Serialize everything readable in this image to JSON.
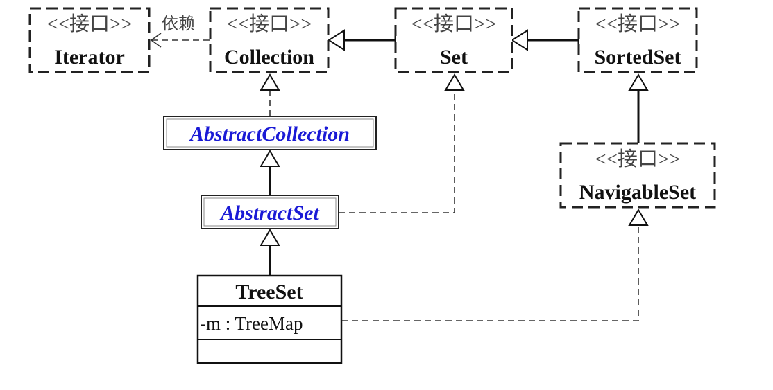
{
  "stereotype": "<<接口>>",
  "interfaces": {
    "iterator": "Iterator",
    "collection": "Collection",
    "set": "Set",
    "sorted_set": "SortedSet",
    "navigable_set": "NavigableSet"
  },
  "abstract_classes": {
    "abstract_collection": "AbstractCollection",
    "abstract_set": "AbstractSet"
  },
  "concrete_class": {
    "name": "TreeSet",
    "attribute": "-m : TreeMap"
  },
  "relations": {
    "dependency_label": "依赖"
  },
  "colors": {
    "abstract_text": "#1a1ad6",
    "line": "#111111",
    "stereotype_text": "#444444"
  }
}
